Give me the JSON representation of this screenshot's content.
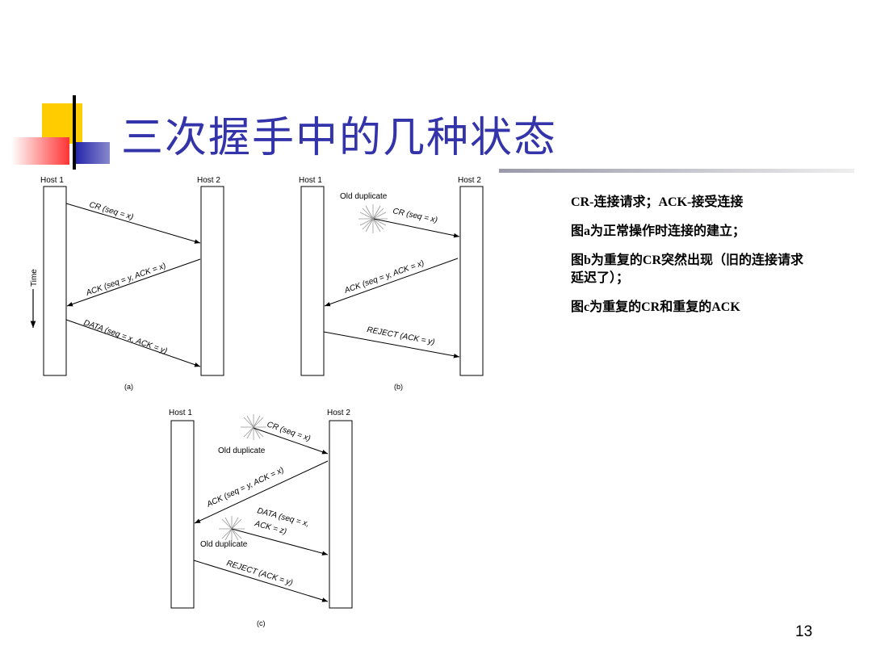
{
  "slide": {
    "title": "三次握手中的几种状态",
    "page_number": "13",
    "notes": [
      "CR-连接请求；ACK-接受连接",
      "图a为正常操作时连接的建立；",
      "图b为重复的CR突然出现（旧的连接请求延迟了）；",
      "图c为重复的CR和重复的ACK"
    ]
  },
  "diagram_a": {
    "host1": "Host 1",
    "host2": "Host 2",
    "time_label": "Time",
    "msg1": "CR (seq = x)",
    "msg2": "ACK (seq = y, ACK = x)",
    "msg3": "DATA (seq = x, ACK = y)",
    "caption": "(a)"
  },
  "diagram_b": {
    "host1": "Host 1",
    "host2": "Host 2",
    "old_dup": "Old duplicate",
    "msg1": "CR (seq = x)",
    "msg2": "ACK (seq = y, ACK = x)",
    "msg3": "REJECT (ACK = y)",
    "caption": "(b)"
  },
  "diagram_c": {
    "host1": "Host 1",
    "host2": "Host 2",
    "msg1": "CR (seq = x)",
    "old_dup1": "Old duplicate",
    "msg2": "ACK (seq = y, ACK = x)",
    "msg3_line1": "DATA (seq = x,",
    "msg3_line2": "ACK = z)",
    "old_dup2": "Old duplicate",
    "msg4": "REJECT (ACK = y)",
    "caption": "(c)"
  }
}
